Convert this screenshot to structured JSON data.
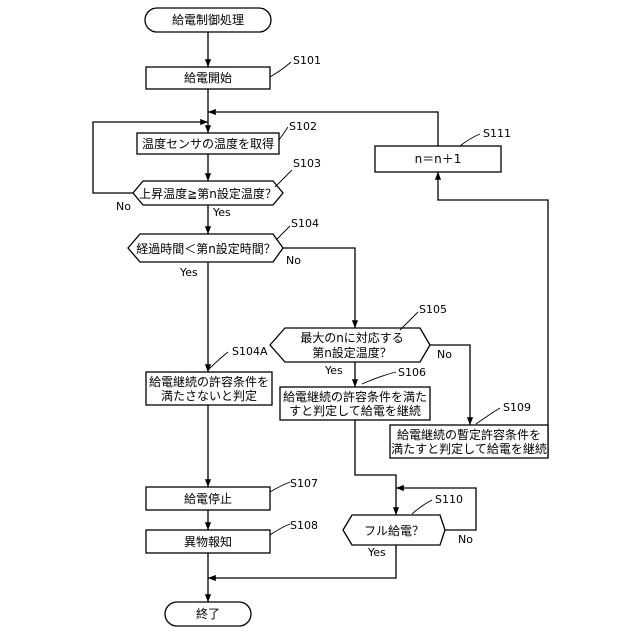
{
  "nodes": {
    "start": {
      "text": "給電制御処理"
    },
    "s101": {
      "text": "給電開始",
      "step": "S101"
    },
    "s102": {
      "text": "温度センサの温度を取得",
      "step": "S102"
    },
    "s103": {
      "text": "上昇温度≧第n設定温度？",
      "step": "S103"
    },
    "s104": {
      "text": "経過時間＜第n設定時間？",
      "step": "S104"
    },
    "s104a": {
      "line1": "給電継続の許容条件を",
      "line2": "満たさないと判定",
      "step": "S104A"
    },
    "s105": {
      "line1": "最大のnに対応する",
      "line2": "第n設定温度？",
      "step": "S105"
    },
    "s106": {
      "line1": "給電継続の許容条件を満た",
      "line2": "すと判定して給電を継続",
      "step": "S106"
    },
    "s109": {
      "line1": "給電継続の暫定許容条件を",
      "line2": "満たすと判定して給電を継続",
      "step": "S109"
    },
    "s111": {
      "text": "n＝n＋1",
      "step": "S111"
    },
    "s107": {
      "text": "給電停止",
      "step": "S107"
    },
    "s108": {
      "text": "異物報知",
      "step": "S108"
    },
    "s110": {
      "text": "フル給電？",
      "step": "S110"
    },
    "end": {
      "text": "終了"
    }
  },
  "edge_labels": {
    "s103_no": "No",
    "s103_yes": "Yes",
    "s104_yes": "Yes",
    "s104_no": "No",
    "s105_yes": "Yes",
    "s105_no": "No",
    "s110_no": "No",
    "s110_yes": "Yes"
  }
}
